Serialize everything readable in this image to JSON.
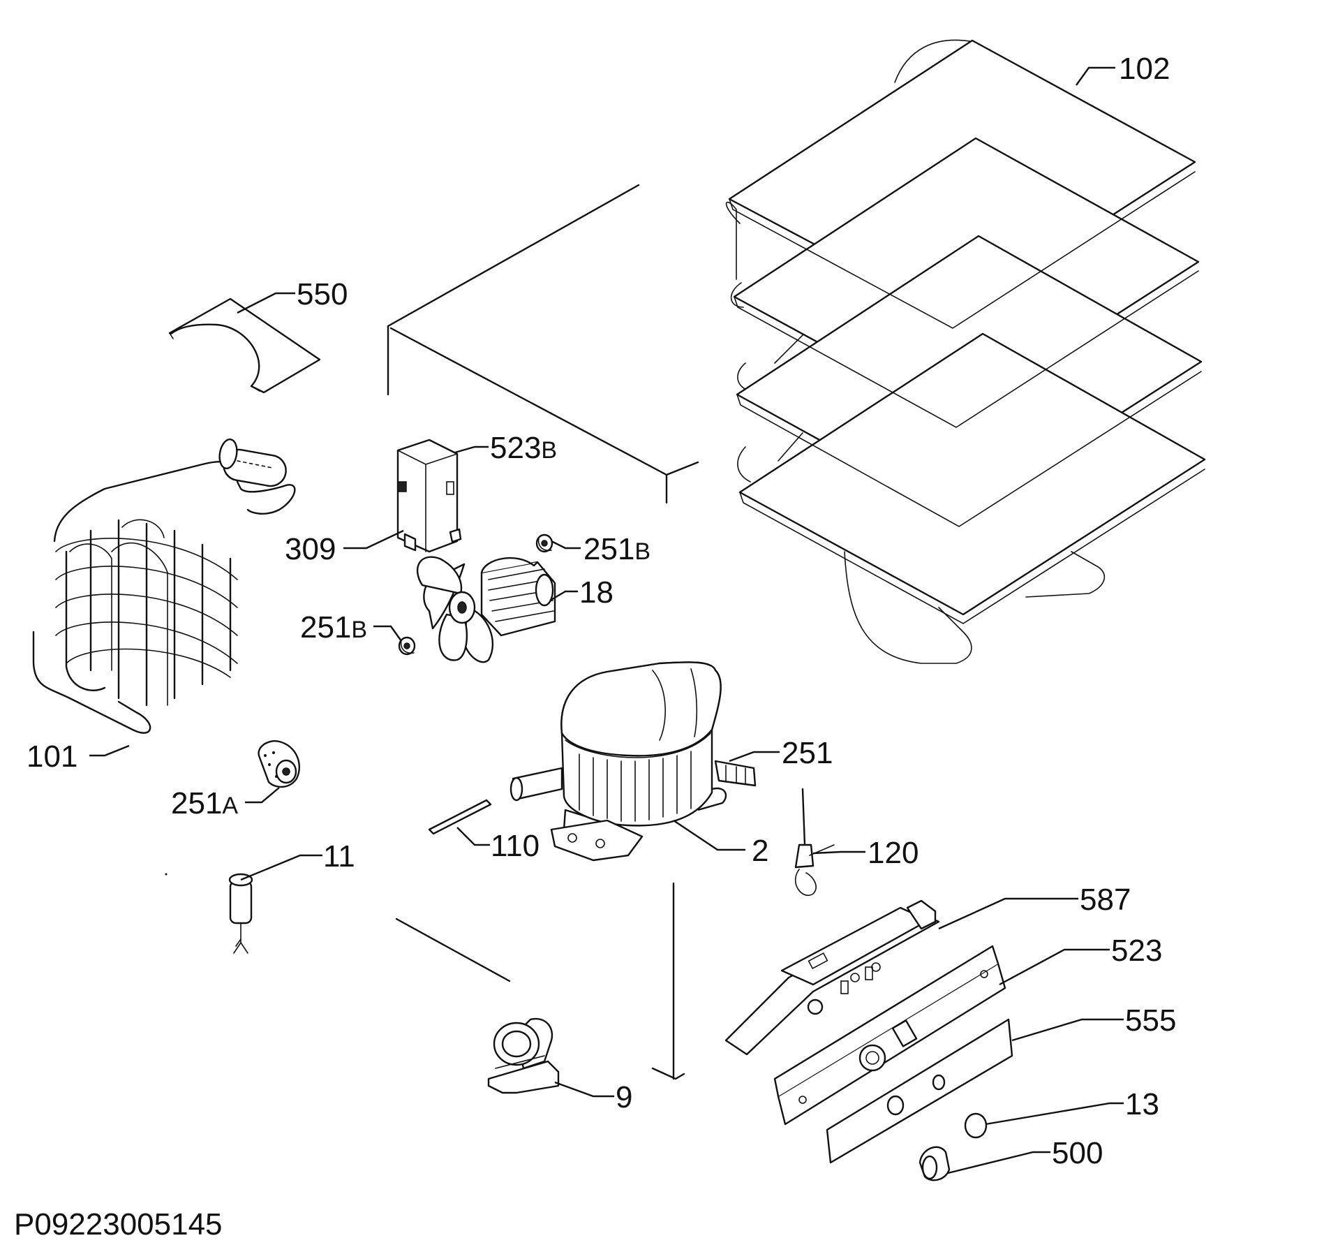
{
  "document_id": "P09223005145",
  "callouts": [
    {
      "part": "102",
      "label": "102",
      "suffix": ""
    },
    {
      "part": "550",
      "label": "550",
      "suffix": ""
    },
    {
      "part": "523b",
      "label": "523",
      "suffix": "B"
    },
    {
      "part": "309",
      "label": "309",
      "suffix": ""
    },
    {
      "part": "251b-upper",
      "label": "251",
      "suffix": "B"
    },
    {
      "part": "18",
      "label": "18",
      "suffix": ""
    },
    {
      "part": "251b-lower",
      "label": "251",
      "suffix": "B"
    },
    {
      "part": "101",
      "label": "101",
      "suffix": ""
    },
    {
      "part": "251a",
      "label": "251",
      "suffix": "A"
    },
    {
      "part": "251",
      "label": "251",
      "suffix": ""
    },
    {
      "part": "110",
      "label": "110",
      "suffix": ""
    },
    {
      "part": "2",
      "label": "2",
      "suffix": ""
    },
    {
      "part": "120",
      "label": "120",
      "suffix": ""
    },
    {
      "part": "11",
      "label": "11",
      "suffix": ""
    },
    {
      "part": "587",
      "label": "587",
      "suffix": ""
    },
    {
      "part": "523",
      "label": "523",
      "suffix": ""
    },
    {
      "part": "555",
      "label": "555",
      "suffix": ""
    },
    {
      "part": "13",
      "label": "13",
      "suffix": ""
    },
    {
      "part": "9",
      "label": "9",
      "suffix": ""
    },
    {
      "part": "500",
      "label": "500",
      "suffix": ""
    }
  ]
}
